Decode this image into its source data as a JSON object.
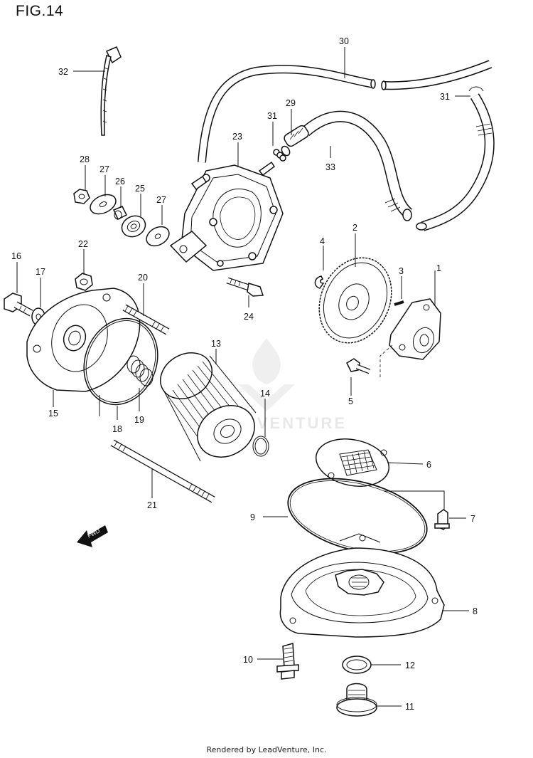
{
  "figure": {
    "title": "FIG.14",
    "footer": "Rendered by LeadVenture, Inc.",
    "watermark": "LEADVENTURE",
    "arrow_label": "FWD"
  },
  "parts": [
    {
      "id": "p1",
      "number": "1"
    },
    {
      "id": "p2",
      "number": "2"
    },
    {
      "id": "p3",
      "number": "3"
    },
    {
      "id": "p4",
      "number": "4"
    },
    {
      "id": "p5",
      "number": "5"
    },
    {
      "id": "p6",
      "number": "6"
    },
    {
      "id": "p7",
      "number": "7"
    },
    {
      "id": "p8",
      "number": "8"
    },
    {
      "id": "p9",
      "number": "9"
    },
    {
      "id": "p10",
      "number": "10"
    },
    {
      "id": "p11",
      "number": "11"
    },
    {
      "id": "p12",
      "number": "12"
    },
    {
      "id": "p13",
      "number": "13"
    },
    {
      "id": "p14",
      "number": "14"
    },
    {
      "id": "p15",
      "number": "15"
    },
    {
      "id": "p16",
      "number": "16"
    },
    {
      "id": "p17",
      "number": "17"
    },
    {
      "id": "p18",
      "number": "18"
    },
    {
      "id": "p19",
      "number": "19"
    },
    {
      "id": "p20",
      "number": "20"
    },
    {
      "id": "p21",
      "number": "21"
    },
    {
      "id": "p22",
      "number": "22"
    },
    {
      "id": "p23",
      "number": "23"
    },
    {
      "id": "p24",
      "number": "24"
    },
    {
      "id": "p25",
      "number": "25"
    },
    {
      "id": "p26",
      "number": "26"
    },
    {
      "id": "p27a",
      "number": "27"
    },
    {
      "id": "p27b",
      "number": "27"
    },
    {
      "id": "p28",
      "number": "28"
    },
    {
      "id": "p29",
      "number": "29"
    },
    {
      "id": "p30",
      "number": "30"
    },
    {
      "id": "p31a",
      "number": "31"
    },
    {
      "id": "p31b",
      "number": "31"
    },
    {
      "id": "p32",
      "number": "32"
    },
    {
      "id": "p33",
      "number": "33"
    }
  ]
}
